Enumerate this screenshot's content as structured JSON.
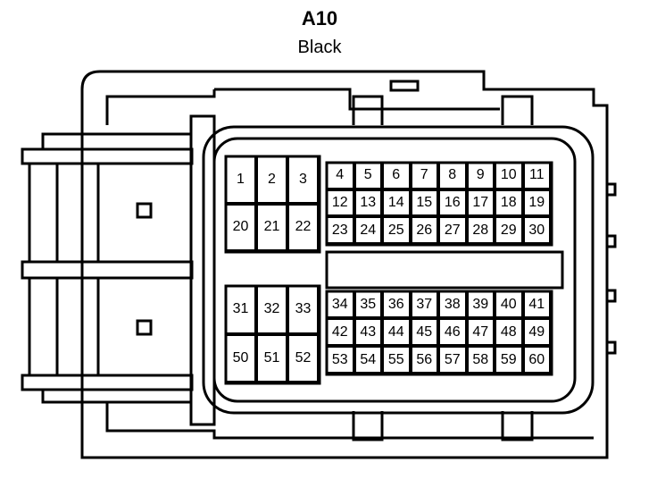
{
  "connector": {
    "title": "A10",
    "color_label": "Black"
  },
  "pins": {
    "top_left_block": [
      "1",
      "2",
      "3",
      "20",
      "21",
      "22"
    ],
    "bottom_left_block": [
      "31",
      "32",
      "33",
      "50",
      "51",
      "52"
    ],
    "top_right_block": [
      "4",
      "5",
      "6",
      "7",
      "8",
      "9",
      "10",
      "11",
      "12",
      "13",
      "14",
      "15",
      "16",
      "17",
      "18",
      "19",
      "23",
      "24",
      "25",
      "26",
      "27",
      "28",
      "29",
      "30"
    ],
    "bottom_right_block": [
      "34",
      "35",
      "36",
      "37",
      "38",
      "39",
      "40",
      "41",
      "42",
      "43",
      "44",
      "45",
      "46",
      "47",
      "48",
      "49",
      "53",
      "54",
      "55",
      "56",
      "57",
      "58",
      "59",
      "60"
    ]
  },
  "colors": {
    "line": "#000000",
    "background": "#ffffff"
  }
}
